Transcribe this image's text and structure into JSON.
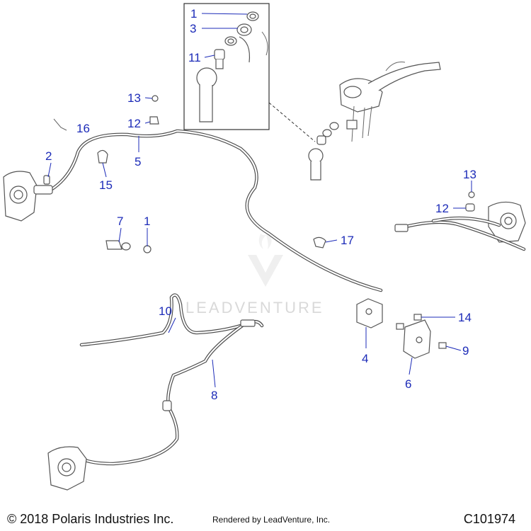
{
  "diagram": {
    "watermark": "LEADVENTURE",
    "callouts": [
      "1",
      "3",
      "11",
      "13",
      "12",
      "16",
      "2",
      "5",
      "15",
      "7",
      "1",
      "17",
      "13",
      "12",
      "10",
      "4",
      "14",
      "9",
      "6",
      "8"
    ]
  },
  "footer": {
    "copyright": "© 2018 Polaris Industries Inc.",
    "rendered_by": "Rendered by LeadVenture, Inc.",
    "diagram_id": "C101974"
  },
  "colors": {
    "callout": "#1c2bb8",
    "line_art": "#4a4a4a",
    "watermark": "#d9d9d9"
  }
}
